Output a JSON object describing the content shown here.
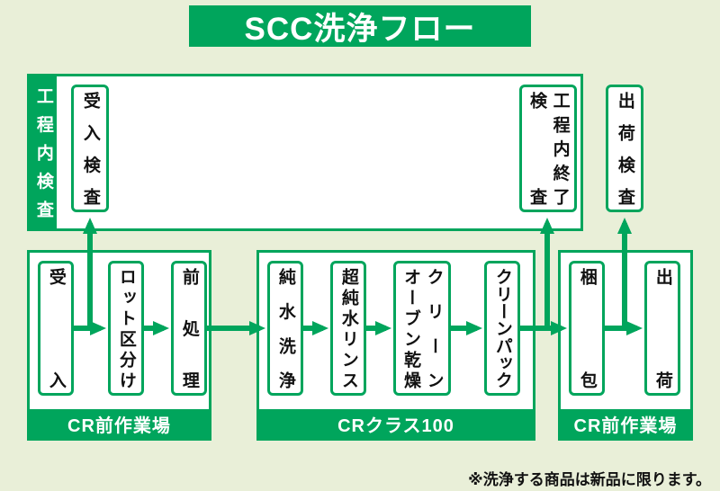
{
  "title": "SCC洗浄フロー",
  "note": "※洗浄する商品は新品に限ります。",
  "colors": {
    "green": "#00a55c",
    "background": "#e9efd8",
    "box_bg": "#ffffff",
    "text": "#111111"
  },
  "inspection": {
    "side_label": "工程内検査",
    "receiving": "受入検査",
    "process_end": "工程内終了\n検査",
    "shipping": "出荷検査"
  },
  "zones": [
    {
      "name": "CR前作業場",
      "steps": [
        "受入",
        "ロット区分け",
        "前処理"
      ]
    },
    {
      "name": "CRクラス100",
      "steps": [
        "純水洗浄",
        "超純水リンス",
        "クリーン\nオーブン乾燥",
        "クリーンパック"
      ]
    },
    {
      "name": "CR前作業場",
      "steps": [
        "梱包",
        "出荷"
      ]
    }
  ]
}
